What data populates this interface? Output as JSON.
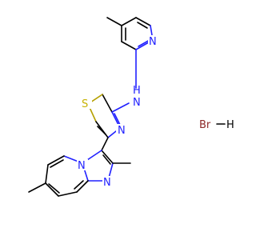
{
  "atoms": {
    "n_pyridine": "N",
    "n_amine": "N",
    "h_amine": "H",
    "s_thiazole": "S",
    "n_thiazole": "N",
    "n_bridge": "N",
    "n_imidazole": "N"
  },
  "salt": {
    "br": "Br",
    "dash": "—",
    "h": "H"
  },
  "colors": {
    "bond": "#000000",
    "nitrogen": "#2121ff",
    "sulfur": "#c6b200",
    "bromine": "#8f2a2a",
    "background": "#ffffff"
  }
}
